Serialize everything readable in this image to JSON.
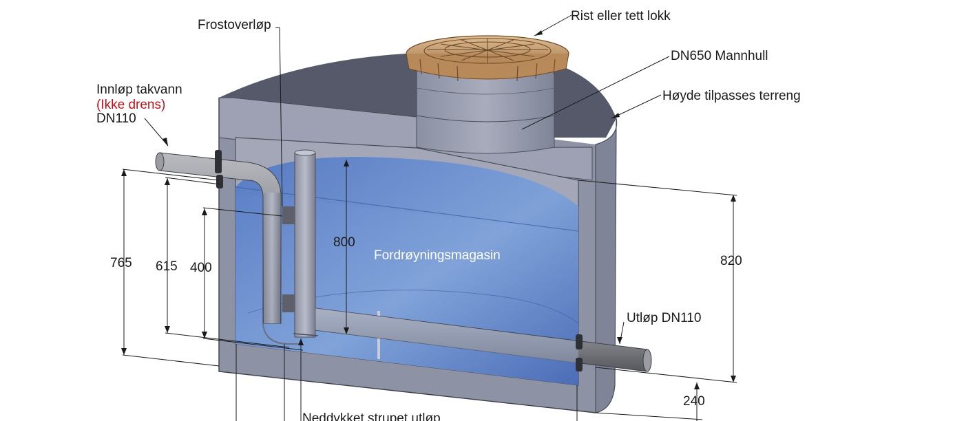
{
  "labels": {
    "frost_overflow": "Frostoverløp",
    "grate_or_lid": "Rist eller tett lokk",
    "manhole": "DN650 Mannhull",
    "height_adjust": "Høyde tilpasses terreng",
    "inlet_line1": "Innløp takvann",
    "inlet_line2": "(Ikke drens)",
    "inlet_line3": "DN110",
    "outlet": "Utløp DN110",
    "storage": "Fordrøyningsmagasin",
    "throttled_outlet": "Neddykket strupet utløp"
  },
  "dimensions": {
    "d765": "765",
    "d615": "615",
    "d400": "400",
    "d800": "800",
    "d820": "820",
    "d240": "240"
  },
  "colors": {
    "concrete": "#8b90a3",
    "concrete_dark": "#5b5f6e",
    "water": "#6b8fd0",
    "pipe": "#8e9096",
    "lid_bronze": "#c99a6a",
    "warning_red": "#c0121b"
  }
}
